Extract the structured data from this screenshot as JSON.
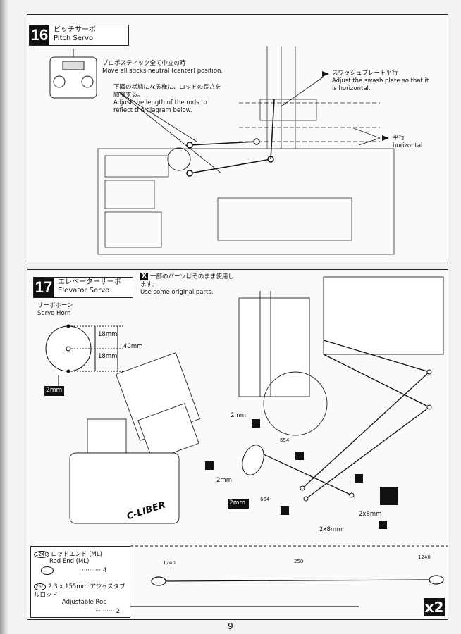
{
  "step16": {
    "number": "16",
    "title_jp": "ピッチサーボ",
    "title_en": "Pitch Servo",
    "note1_jp": "プロポスティック全て中立の時",
    "note1_en": "Move all sticks neutral (center) position.",
    "note2_jp": "下図の状態になる様に、ロッドの長さを調整する。",
    "note2_en": "Adjust the length of the rods to reflect the diagram below.",
    "note3_jp": "スワッシュプレート平行",
    "note3_en": "Adjust the swash plate so that it is horizontal.",
    "horizontal_jp": "平行",
    "horizontal_en": "horizontal"
  },
  "step17": {
    "number": "17",
    "title_jp": "エレベーターサーボ",
    "title_en": "Elevator Servo",
    "x_note_jp": "一部のパーツはそのまま使用します。",
    "x_note_en": "Use some original parts.",
    "horn_jp": "サーボホーン",
    "horn_en": "Servo Horn",
    "dim1": "18mm",
    "dim2": "18mm",
    "dim3": "40mm",
    "label_2mm_a": "2mm",
    "label_2mm_b": "2mm",
    "label_2mm_c": "2mm",
    "label_2mm_d": "2mm",
    "label_screw_a": "2x8mm",
    "label_screw_b": "2x8mm",
    "part_a": "654",
    "part_b": "654",
    "brand": "C-LIBER",
    "x2": "x2"
  },
  "parts": {
    "rod_end_num": "1240",
    "rod_end_jp": "ロッドエンド (ML)",
    "rod_end_en": "Rod End (ML)",
    "rod_end_qty": "4",
    "rod_num": "250",
    "rod_jp": "2.3 x 155mm アジャスタブルロッド",
    "rod_en": "Adjustable Rod",
    "rod_qty": "2",
    "callout_a": "1240",
    "callout_b": "250",
    "callout_c": "1240"
  },
  "page_number": "9"
}
